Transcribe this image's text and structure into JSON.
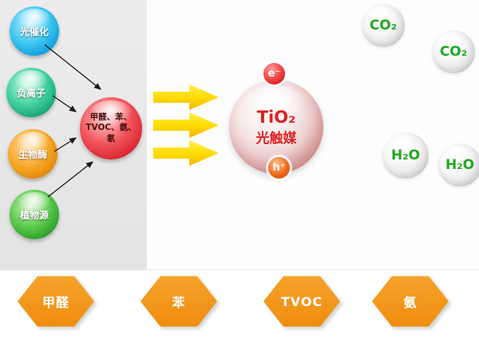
{
  "colors": {
    "sphere_blue": "#1fb5ec",
    "sphere_teal": "#3fce9b",
    "sphere_orange": "#f5a01e",
    "sphere_green": "#3fbf3f",
    "sphere_red": "#e8383f",
    "flow_arrow_yellow": "#ffd900",
    "catalyst_text_red": "#e21f1f",
    "product_text_green": "#21a821",
    "hexagon_orange": "#f0921c",
    "panel_background": "#e9e9e9"
  },
  "methods": [
    {
      "label": "光催化",
      "color": "blue"
    },
    {
      "label": "负离子",
      "color": "teal"
    },
    {
      "label": "生物酶",
      "color": "orange"
    },
    {
      "label": "植物源",
      "color": "green"
    }
  ],
  "pollutants_sphere": {
    "line1": "甲醛、苯、",
    "line2": "TVOC、氨、",
    "line3": "氡"
  },
  "catalyst": {
    "formula": "TiO₂",
    "name": "光触媒",
    "electron": "e⁻",
    "hole": "h⁺"
  },
  "products": [
    {
      "label": "CO₂"
    },
    {
      "label": "CO₂"
    },
    {
      "label": "H₂O"
    },
    {
      "label": "H₂O"
    }
  ],
  "bottom_pollutants": [
    {
      "label": "甲醛"
    },
    {
      "label": "苯"
    },
    {
      "label": "TVOC"
    },
    {
      "label": "氨"
    }
  ]
}
